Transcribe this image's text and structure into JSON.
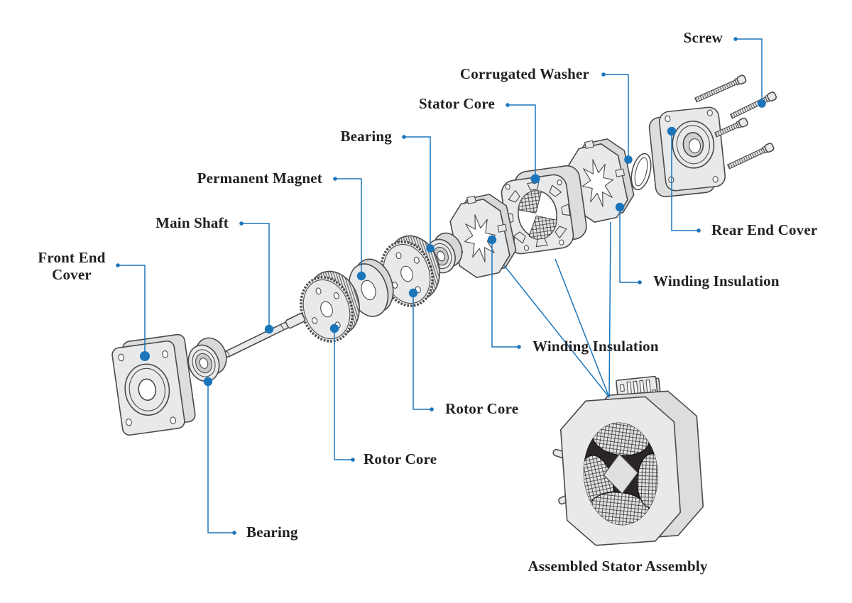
{
  "diagram": {
    "caption": "Assembled Stator Assembly",
    "labels": {
      "screw": "Screw",
      "corrugated_washer": "Corrugated Washer",
      "stator_core": "Stator Core",
      "bearing_top": "Bearing",
      "permanent_magnet": "Permanent Magnet",
      "main_shaft": "Main Shaft",
      "front_end_cover": "Front End Cover",
      "rear_end_cover": "Rear End Cover",
      "winding_insulation_right": "Winding Insulation",
      "winding_insulation_center": "Winding Insulation",
      "rotor_core_upper": "Rotor Core",
      "rotor_core_lower": "Rotor Core",
      "bearing_bottom": "Bearing"
    },
    "colors": {
      "leader_blue": "#1b75bb",
      "label_text": "#231f20",
      "part_fill": "#e8e9ea",
      "part_outline": "#4a4a4c",
      "background": "#ffffff"
    }
  }
}
